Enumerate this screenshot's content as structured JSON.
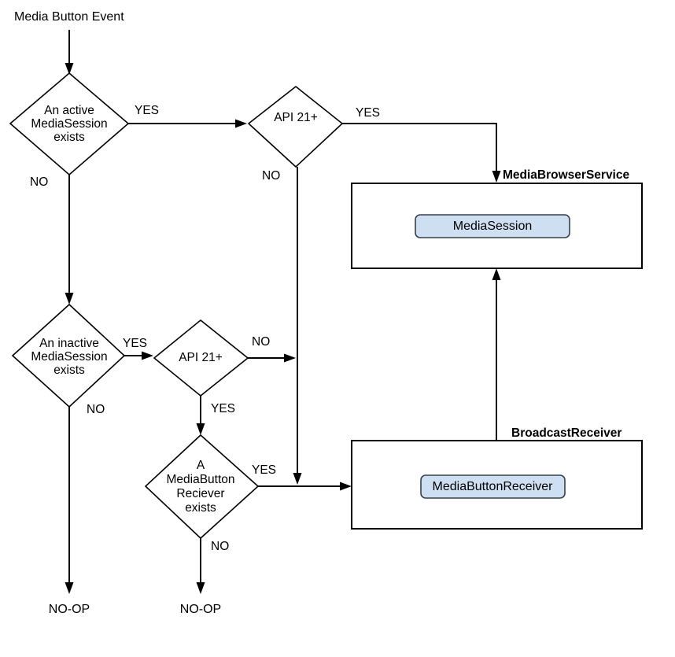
{
  "diagram": {
    "title": "Media Button Event handling flowchart",
    "background_color": "#ffffff",
    "line_color": "#000000",
    "chip_fill_color": "#cfdff2",
    "chip_stroke_color": "#36414d"
  },
  "entry": {
    "label": "Media Button Event"
  },
  "decisions": [
    {
      "id": "active-mediasession",
      "lines": [
        "An active",
        "MediaSession",
        "exists"
      ],
      "yes_label": "YES",
      "no_label": "NO"
    },
    {
      "id": "api21-top",
      "lines": [
        "API 21+"
      ],
      "yes_label": "YES",
      "no_label": "NO"
    },
    {
      "id": "inactive-mediasession",
      "lines": [
        "An inactive",
        "MediaSession",
        "exists"
      ],
      "yes_label": "YES",
      "no_label": "NO"
    },
    {
      "id": "api21-bottom",
      "lines": [
        "API 21+"
      ],
      "yes_label": "YES",
      "no_label": "NO"
    },
    {
      "id": "mediabutton-receiver-exists",
      "lines": [
        "A",
        "MediaButton",
        "Reciever",
        "exists"
      ],
      "yes_label": "YES",
      "no_label": "NO"
    }
  ],
  "containers": [
    {
      "id": "mediabrowserservice",
      "title": "MediaBrowserService",
      "chip_label": "MediaSession"
    },
    {
      "id": "broadcastreceiver",
      "title": "BroadcastReceiver",
      "chip_label": "MediaButtonReceiver"
    }
  ],
  "terminals": [
    {
      "id": "noop-left",
      "label": "NO-OP"
    },
    {
      "id": "noop-center",
      "label": "NO-OP"
    }
  ],
  "edge_labels": {
    "active_yes": "YES",
    "active_no": "NO",
    "api21_top_yes": "YES",
    "api21_top_no": "NO",
    "inactive_yes": "YES",
    "inactive_no": "NO",
    "api21_bottom_no": "NO",
    "api21_bottom_yes": "YES",
    "mbr_yes": "YES",
    "mbr_no": "NO"
  }
}
